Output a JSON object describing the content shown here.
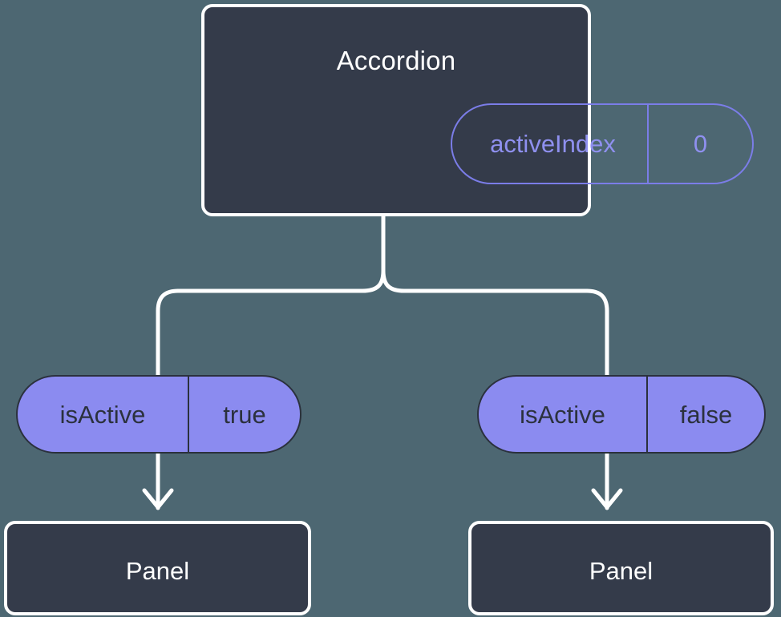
{
  "diagram": {
    "background_color": "#4d6772",
    "root": {
      "title": "Accordion",
      "state_pill": {
        "key": "activeIndex",
        "value": "0",
        "stroke_color": "#7b7de8",
        "text_color": "#8f90ef",
        "fill_color": "transparent"
      },
      "box_fill": "#343b4a",
      "box_stroke": "#ffffff"
    },
    "branches": [
      {
        "pill": {
          "key": "isActive",
          "value": "true",
          "fill_color": "#8b8bf0",
          "stroke_color": "#2b313d",
          "text_color": "#2b313d"
        },
        "leaf": {
          "label": "Panel",
          "box_fill": "#343b4a",
          "box_stroke": "#ffffff"
        }
      },
      {
        "pill": {
          "key": "isActive",
          "value": "false",
          "fill_color": "#8b8bf0",
          "stroke_color": "#2b313d",
          "text_color": "#2b313d"
        },
        "leaf": {
          "label": "Panel",
          "box_fill": "#343b4a",
          "box_stroke": "#ffffff"
        }
      }
    ],
    "connectors": {
      "color": "#ffffff",
      "style": "rounded-elbow",
      "arrowhead": "open-chevron-down"
    }
  }
}
